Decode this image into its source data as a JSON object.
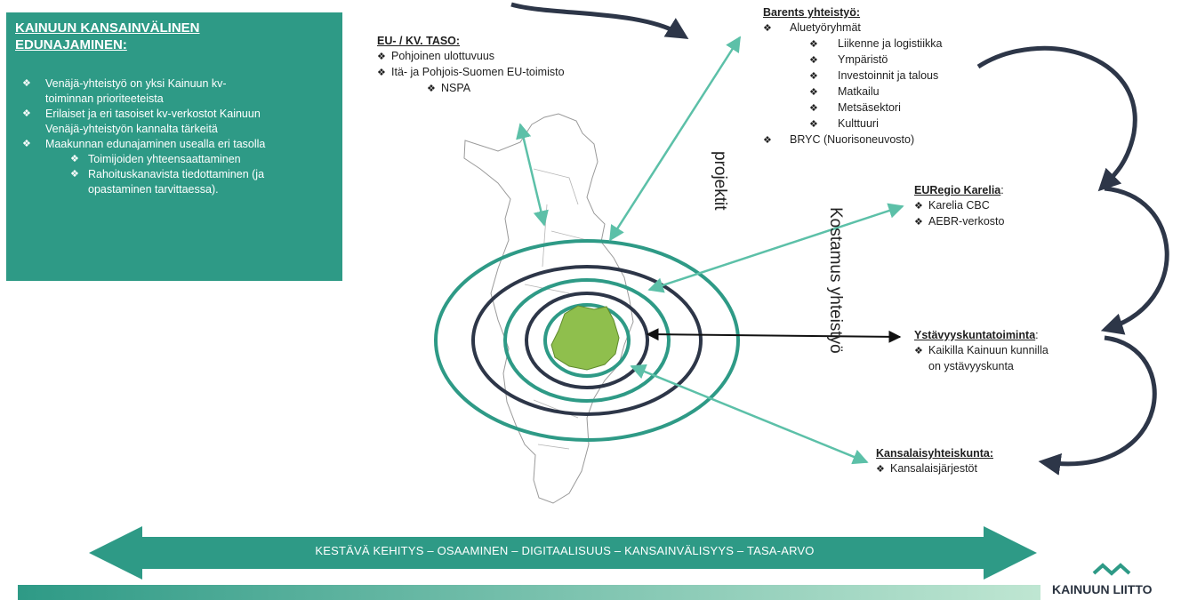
{
  "colors": {
    "teal": "#2e9a86",
    "light_teal": "#5cc0a8",
    "navy": "#2d3648",
    "region_green": "#8fbf4d"
  },
  "left_box": {
    "title_line1": "KAINUUN KANSAINVÄLINEN",
    "title_line2": "EDUNAJAMINEN:",
    "items": [
      {
        "text": "Venäjä-yhteistyö on yksi Kainuun kv-",
        "level": 1,
        "bullet": true
      },
      {
        "text": "toiminnan prioriteeteista",
        "level": 1,
        "bullet": false
      },
      {
        "text": "Erilaiset ja eri tasoiset kv-verkostot Kainuun",
        "level": 1,
        "bullet": true
      },
      {
        "text": "Venäjä-yhteistyön kannalta tärkeitä",
        "level": 1,
        "bullet": false
      },
      {
        "text": "Maakunnan edunajaminen usealla eri tasolla",
        "level": 1,
        "bullet": true
      },
      {
        "text": "Toimijoiden yhteensaattaminen",
        "level": 2,
        "bullet": true
      },
      {
        "text": "Rahoituskanavista tiedottaminen (ja",
        "level": 2,
        "bullet": true
      },
      {
        "text": "opastaminen tarvittaessa).",
        "level": 2,
        "bullet": false
      }
    ]
  },
  "eu_block": {
    "heading": "EU- / KV. TASO:",
    "items": [
      "Pohjoinen ulottuvuus",
      "Itä- ja Pohjois-Suomen EU-toimisto",
      "NSPA"
    ]
  },
  "barents": {
    "heading": "Barents yhteistyö:",
    "group": "Aluetyöryhmät",
    "sub": [
      "Liikenne ja logistiikka",
      "Ympäristö",
      "Investoinnit ja talous",
      "Matkailu",
      "Metsäsektori",
      "Kulttuuri"
    ],
    "other": "BRYC (Nuorisoneuvosto)"
  },
  "euregio": {
    "heading": "EURegio Karelia",
    "items": [
      "Karelia CBC",
      "AEBR-verkosto"
    ]
  },
  "ystavyys": {
    "heading": "Ystävyyskuntatoiminta",
    "line1": "Kaikilla Kainuun kunnilla",
    "line2": "on ystävyyskunta"
  },
  "kansalais": {
    "heading": "Kansalaisyhteiskunta:",
    "items": [
      "Kansalaisjärjestöt"
    ]
  },
  "vertical_labels": {
    "projektit": "projektit",
    "kostamus": "Kostamus yhteistyö"
  },
  "bottom_arrow": "KESTÄVÄ KEHITYS – OSAAMINEN – DIGITAALISUUS – KANSAINVÄLISYYS – TASA-ARVO",
  "logo": {
    "text": "KAINUUN LIITTO",
    "icon": "mountain-waves-icon"
  },
  "bullet_symbol": "❖"
}
